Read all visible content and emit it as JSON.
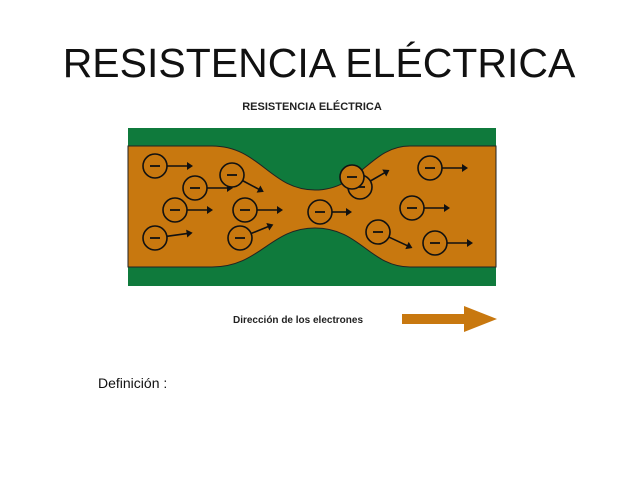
{
  "slide": {
    "title": "RESISTENCIA ELÉCTRICA",
    "definition_label": "Definición :"
  },
  "diagram": {
    "title": "RESISTENCIA ELÉCTRICA",
    "direction_label": "Dirección de los electrones",
    "electron_symbol": "−",
    "colors": {
      "conductor_outer": "#0f7a3c",
      "conductor_inner": "#c8780f",
      "electron_fill": "#c8780f",
      "outline": "#111111",
      "arrow": "#c8780f"
    },
    "electron_count": 14
  }
}
